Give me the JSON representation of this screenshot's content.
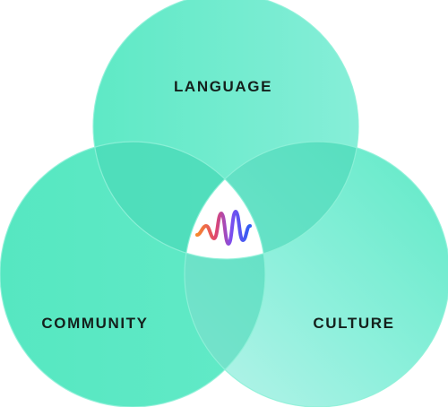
{
  "diagram": {
    "type": "venn",
    "sets": [
      {
        "id": "language",
        "label": "LANGUAGE"
      },
      {
        "id": "community",
        "label": "COMMUNITY"
      },
      {
        "id": "culture",
        "label": "CULTURE"
      }
    ],
    "center_icon": "waveform-logo-icon",
    "colors": {
      "circle_fill": "#5ee8c4",
      "circle_fill_light": "#a8f0e2",
      "overlap_fill": "#47d9b9",
      "circle_stroke": "#8ef1d8",
      "label_color": "#14201c",
      "wave_orange": "#f7892c",
      "wave_pink": "#e0456e",
      "wave_purple": "#7b4ef0",
      "wave_blue": "#2e5ef2"
    }
  }
}
